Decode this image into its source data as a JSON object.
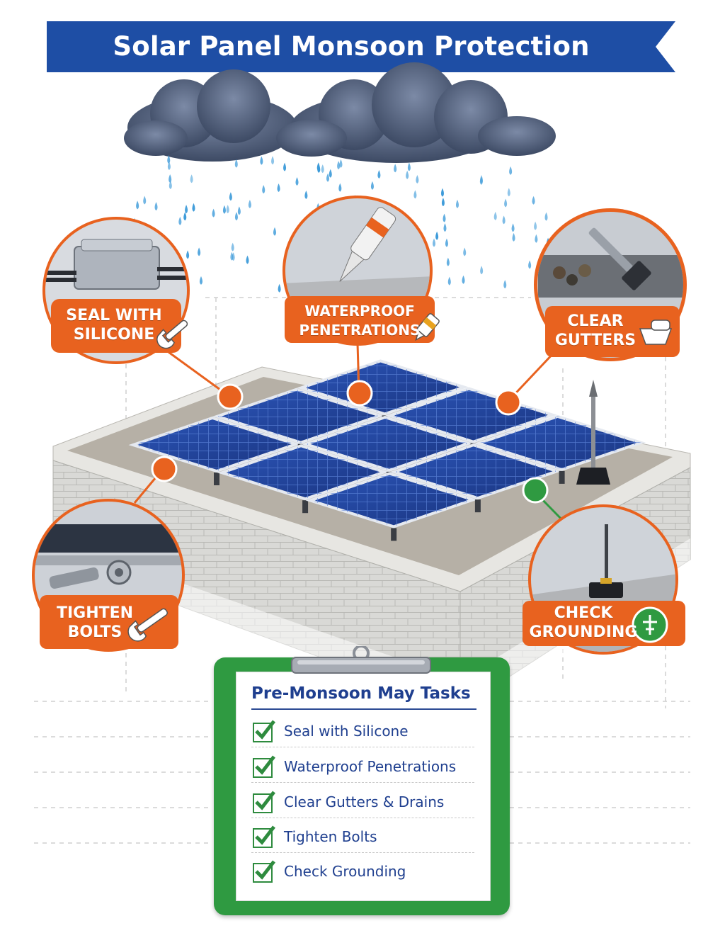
{
  "title": "Solar Panel Monsoon Protection Checklist",
  "colors": {
    "banner": "#1e4ea5",
    "accent_orange": "#e8621f",
    "accent_green": "#2f9a41",
    "panel_blue": "#1f3f95",
    "text_navy": "#1f3f8f"
  },
  "callouts": [
    {
      "line1": "SEAL WITH",
      "line2": "SILICONE",
      "icon": "wrench-icon"
    },
    {
      "line1": "WATERPROOF",
      "line2": "PENETRATIONS",
      "icon": "sealant-tube-icon"
    },
    {
      "line1": "CLEAR",
      "line2": "GUTTERS",
      "icon": "gutter-scoop-icon"
    },
    {
      "line1": "TIGHTEN",
      "line2": "BOLTS",
      "icon": "wrench-icon"
    },
    {
      "line1": "CHECK",
      "line2": "GROUNDING",
      "icon": "grounding-badge-icon"
    }
  ],
  "checklist": {
    "title": "Pre-Monsoon May Tasks",
    "items": [
      "Seal with Silicone",
      "Waterproof Penetrations",
      "Clear Gutters & Drains",
      "Tighten Bolts",
      "Check Grounding"
    ]
  }
}
